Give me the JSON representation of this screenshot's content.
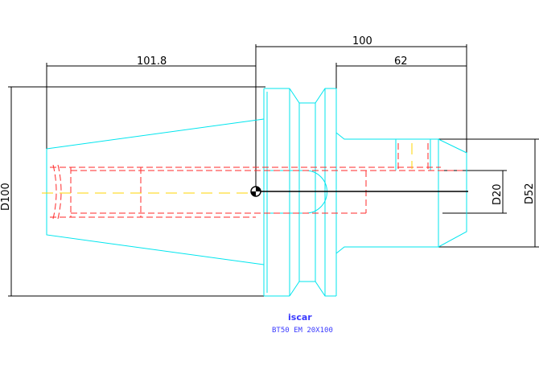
{
  "dimensions": {
    "d_total": "100",
    "d_body": "101.8",
    "d_tail": "62",
    "d_flange": "D100",
    "d_bore": "D20",
    "d_shank": "D52"
  },
  "brand": {
    "logo": "iscar"
  },
  "caption": "BT50 EM 20X100",
  "colors": {
    "outline": "#00e5ee",
    "hidden": "#ff2a2a",
    "center": "#ffd400",
    "caption": "#3a3aff"
  }
}
